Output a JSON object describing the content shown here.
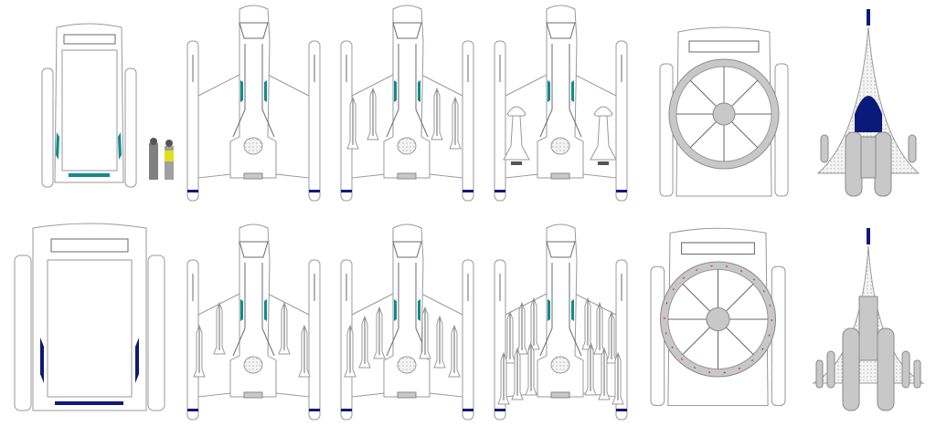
{
  "colors": {
    "line": "#9a9a9a",
    "teal": "#138a8a",
    "navy": "#0a1a7a",
    "grey_fill": "#c8c8c8",
    "accent_red": "#d02020",
    "accent_yellow": "#e0e020"
  },
  "vehicles": [
    "transport",
    "fighter-clean",
    "fighter-missiles",
    "fighter-torpedoes",
    "ring-ship",
    "delta-ship"
  ]
}
